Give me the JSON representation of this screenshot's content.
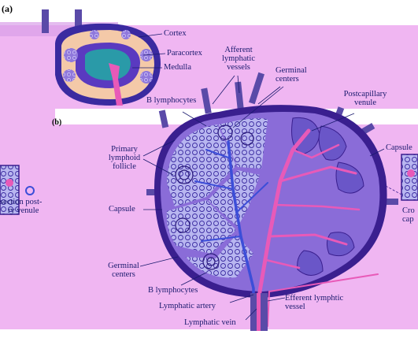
{
  "panel_a": "(a)",
  "panel_b": "(b)",
  "labels": {
    "cortex": "Cortex",
    "paracortex": "Paracortex",
    "medulla": "Medulla",
    "afferent_1": "Afferent",
    "afferent_2": "lymphatic",
    "afferent_3": "vessels",
    "germinal_top_1": "Germinal",
    "germinal_top_2": "centers",
    "postcap_1": "Postcapillary",
    "postcap_2": "venule",
    "b_lymph_top": "B lymphocytes",
    "primary_1": "Primary",
    "primary_2": "lymphoid",
    "primary_3": "follicle",
    "capsule_left": "Capsule",
    "capsule_right": "Capsule",
    "cross_left_1": "section post-",
    "cross_left_2": "ry venule",
    "cross_right_1": "Cro",
    "cross_right_2": "cap",
    "germinal_bot_1": "Germinal",
    "germinal_bot_2": "centers",
    "b_lymph_bottom": "B lymphocytes",
    "lymph_artery": "Lymphatic artery",
    "lymph_vein": "Lymphatic vein",
    "efferent_1": "Efferent lymphtic",
    "efferent_2": "vessel"
  },
  "colors": {
    "background_band": "#f0b6f2",
    "node_fill": "#8a6cd8",
    "node_outline": "#3a1f8f",
    "cortex_fill": "#f4c9a8",
    "medulla_fill": "#2a9aa8",
    "vessel": "#e85ab8",
    "vessel_blue": "#3c4ed8"
  }
}
